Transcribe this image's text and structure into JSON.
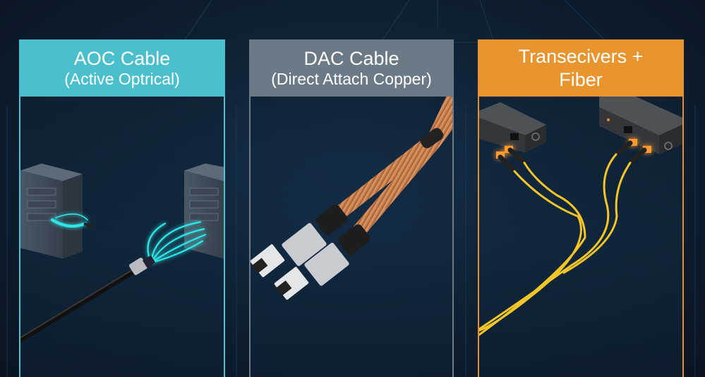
{
  "panels": [
    {
      "id": "aoc",
      "title": "AOC Cable",
      "subtitle": "(Active Optrical)",
      "accent_color": "#4bbfcc",
      "illustration": "two-server-racks-with-glowing-optical-cable"
    },
    {
      "id": "dac",
      "title": "DAC Cable",
      "subtitle": "(Direct Attach Copper)",
      "accent_color": "#6c7a85",
      "illustration": "twin-copper-cables-with-sfp-connectors"
    },
    {
      "id": "fiber",
      "title": "Transecivers +",
      "subtitle": "Fiber",
      "accent_color": "#e8952f",
      "illustration": "two-switches-with-transceivers-and-yellow-fiber"
    }
  ],
  "colors": {
    "background": "#0f2236",
    "aoc_glow": "#2fe6e6",
    "copper": "#c9804f",
    "fiber_yellow": "#f2c628",
    "transceiver_glow": "#ff9a2e"
  }
}
